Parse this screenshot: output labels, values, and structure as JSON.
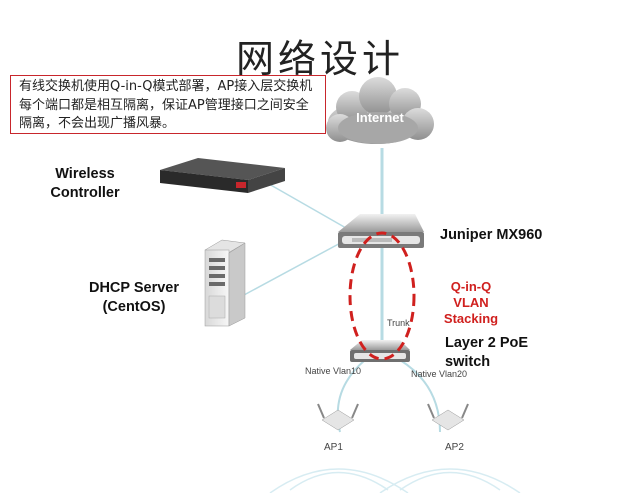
{
  "title": "网络设计",
  "note": "有线交换机使用Q-in-Q模式部署，AP接入层交换机每个端口都是相互隔离，保证AP管理接口之间安全隔离，不会出现广播风暴。",
  "nodes": {
    "internet": "Internet",
    "wireless_controller": [
      "Wireless",
      "Controller"
    ],
    "juniper": "Juniper MX960",
    "dhcp": [
      "DHCP Server",
      "(CentOS)"
    ],
    "layer2": [
      "Layer 2 PoE",
      "switch"
    ],
    "ap1": "AP1",
    "ap2": "AP2"
  },
  "annotations": {
    "qinq": [
      "Q-in-Q",
      "VLAN",
      "Stacking"
    ],
    "trunk": "Trunk",
    "native_vlan10": "Native Vlan10",
    "native_vlan20": "Native Vlan20"
  },
  "colors": {
    "note_border": "#c8262c",
    "qinq_red": "#d0201e",
    "link_color": "#b7dbe3"
  }
}
